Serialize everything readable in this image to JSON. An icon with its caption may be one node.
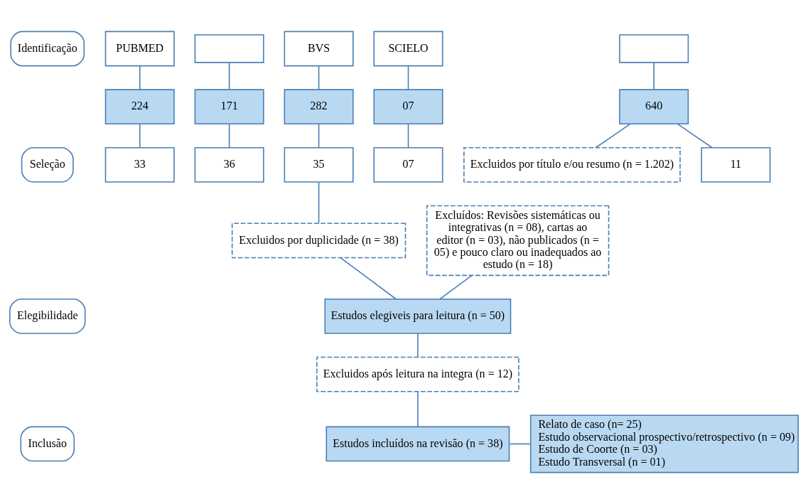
{
  "diagram": {
    "nodes": [
      {
        "text": [
          "Identificação"
        ]
      },
      {
        "text": [
          "Seleção"
        ]
      },
      {
        "text": [
          "Elegibilidade"
        ]
      },
      {
        "text": [
          "Inclusão"
        ]
      },
      {
        "text": [
          "PUBMED"
        ]
      },
      {
        "text": [],
        "shape": "box"
      },
      {
        "text": [
          "BVS"
        ]
      },
      {
        "text": [
          "SCIELO"
        ]
      },
      {
        "text": [],
        "shape": "box"
      },
      {
        "text": [
          "224"
        ]
      },
      {
        "text": [
          "171"
        ]
      },
      {
        "text": [
          "282"
        ]
      },
      {
        "text": [
          "07"
        ]
      },
      {
        "text": [
          "640"
        ]
      },
      {
        "text": [
          "Excluidos por título e/ou resumo (n = 1.202)"
        ]
      },
      {
        "text": [
          "33"
        ]
      },
      {
        "text": [
          "36"
        ]
      },
      {
        "text": [
          "35"
        ]
      },
      {
        "text": [
          "07"
        ]
      },
      {
        "text": [
          "11"
        ]
      },
      {
        "text": [
          "Excluidos por duplicidade (n = 38)"
        ]
      },
      {
        "text": [
          "Excluídos: Revisões sistemáticas ou integrativas (n = 08), cartas ao editor (n = 03), não publicados (n = 05) e pouco claro ou inadequados ao estudo (n = 18)"
        ]
      },
      {
        "text": [
          "Estudos elegiveis para leitura (n = 50)"
        ]
      },
      {
        "text": [
          "Excluidos após leitura na integra (n = 12)"
        ]
      },
      {
        "text": [
          "Estudos incluídos na revisão (n = 38)"
        ]
      },
      {
        "text": [
          "Relato de caso (n= 25)",
          "Estudo observacional prospectivo/retrospectivo (n = 09)",
          "Estudo de Coorte (n = 03)",
          "Estudo Transversal (n = 01)"
        ]
      }
    ],
    "edges": [
      {
        "from": 4,
        "to": 9,
        "arrow": "none"
      },
      {
        "from": 5,
        "to": 10,
        "arrow": "none"
      },
      {
        "from": 6,
        "to": 11,
        "arrow": "none"
      },
      {
        "from": 7,
        "to": 12,
        "arrow": "none"
      },
      {
        "from": 8,
        "to": 13,
        "arrow": "none"
      },
      {
        "from": 9,
        "to": 15,
        "arrow": "none"
      },
      {
        "from": 10,
        "to": 16,
        "arrow": "none"
      },
      {
        "from": 11,
        "to": 17,
        "arrow": "none"
      },
      {
        "from": 12,
        "to": 18,
        "arrow": "none"
      },
      {
        "from": 13,
        "to": 19,
        "arrow": "none"
      },
      {
        "from": 13,
        "to": 14,
        "arrow": "none"
      },
      {
        "from": 17,
        "to": 20,
        "arrow": "none"
      },
      {
        "from": 20,
        "to": 22,
        "arrow": "none"
      },
      {
        "from": 21,
        "to": 22,
        "arrow": "none"
      },
      {
        "from": 22,
        "to": 23,
        "arrow": "none"
      },
      {
        "from": 23,
        "to": 24,
        "arrow": "none"
      },
      {
        "from": 24,
        "to": 25,
        "arrow": "none"
      }
    ]
  }
}
